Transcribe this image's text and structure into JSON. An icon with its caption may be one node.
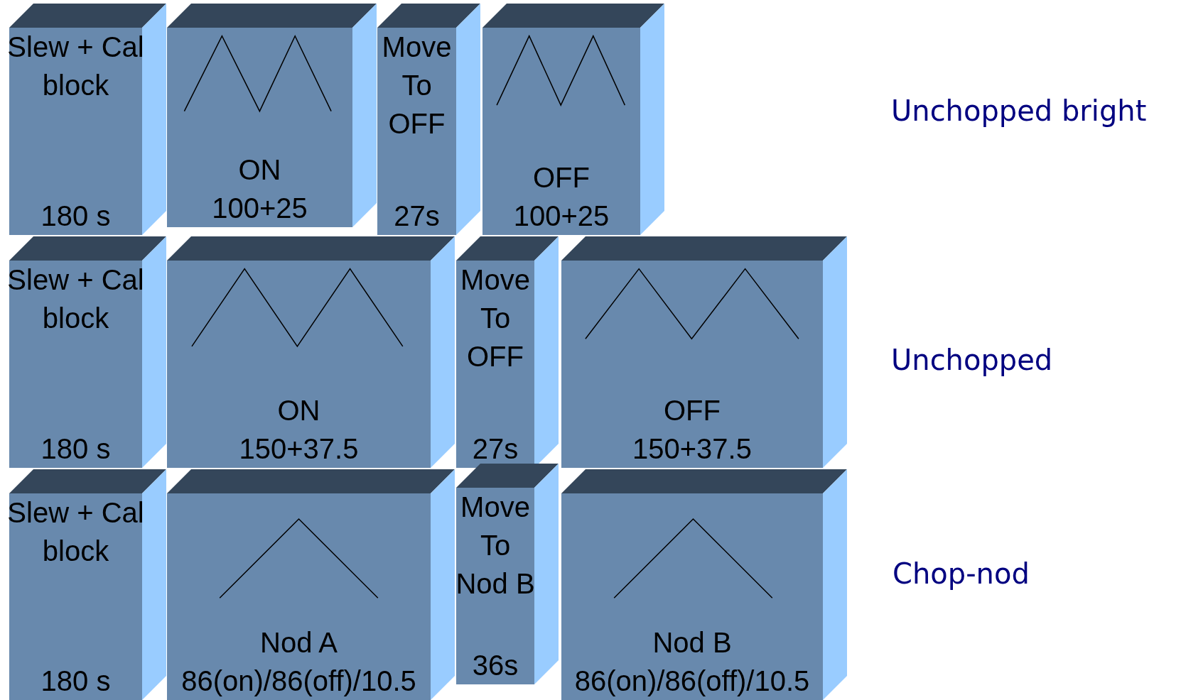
{
  "diagram": {
    "nodes": [
      {
        "text": [
          "Slew + Cal block",
          "180 s"
        ]
      },
      {
        "text": [
          "ON",
          "100+25"
        ]
      },
      {
        "text": [
          "Move To OFF",
          "27s"
        ]
      },
      {
        "text": [
          "OFF",
          "100+25"
        ]
      },
      {
        "text": [
          "Slew + Cal block",
          "180 s"
        ]
      },
      {
        "text": [
          "ON",
          "150+37.5"
        ]
      },
      {
        "text": [
          "Move To OFF",
          "27s"
        ]
      },
      {
        "text": [
          "OFF",
          "150+37.5"
        ]
      },
      {
        "text": [
          "Slew + Cal block",
          "180 s"
        ]
      },
      {
        "text": [
          "Nod A",
          "86(on)/86(off)/10.5"
        ]
      },
      {
        "text": [
          "Move To Nod B",
          "36s"
        ]
      },
      {
        "text": [
          "Nod B",
          "86(on)/86(off)/10.5"
        ]
      }
    ],
    "labels": [
      "Unchopped bright",
      "Unchopped",
      "Chop-nod"
    ]
  }
}
